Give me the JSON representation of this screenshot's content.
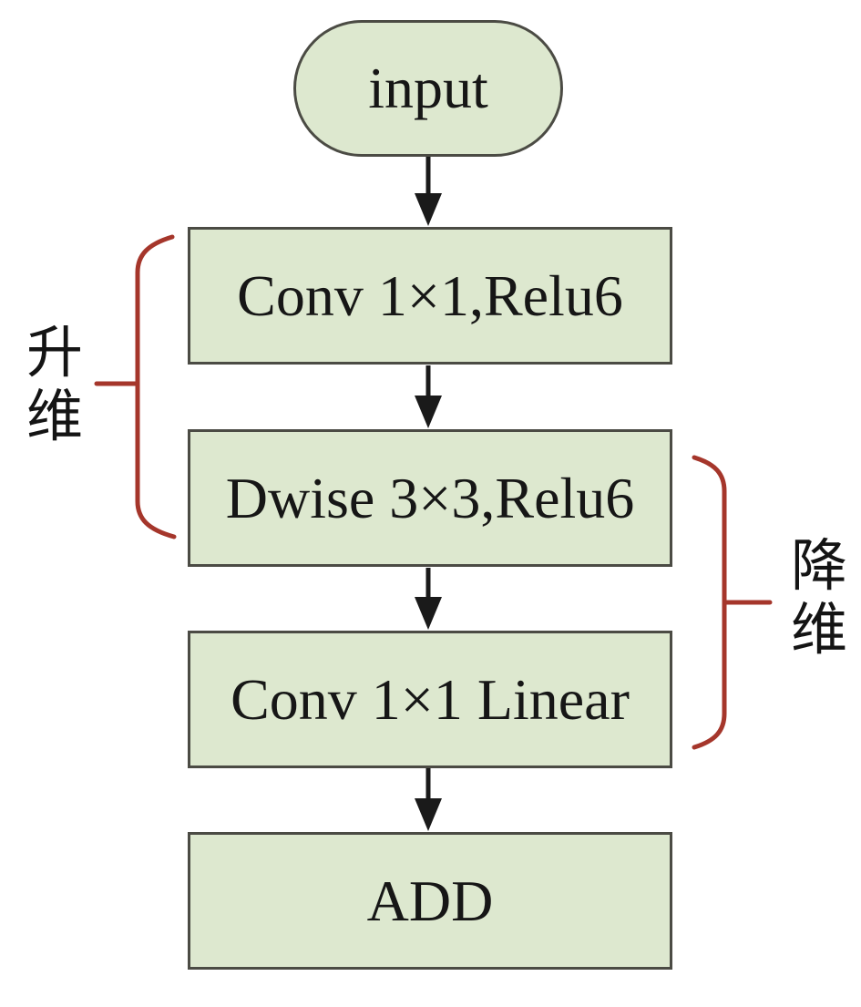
{
  "nodes": {
    "input": "input",
    "conv_expand": "Conv 1×1,Relu6",
    "dwise": "Dwise 3×3,Relu6",
    "conv_linear": "Conv 1×1 Linear",
    "add": "ADD"
  },
  "annotations": {
    "expand_label": "升\n维",
    "reduce_label": "降\n维"
  },
  "colors": {
    "node_fill": "#dde8cf",
    "node_border": "#4b4b44",
    "arrow": "#1a1a1a",
    "bracket": "#a5362b",
    "background": "#ffffff"
  },
  "flow": [
    "input",
    "Conv 1×1,Relu6",
    "Dwise 3×3,Relu6",
    "Conv 1×1 Linear",
    "ADD"
  ]
}
